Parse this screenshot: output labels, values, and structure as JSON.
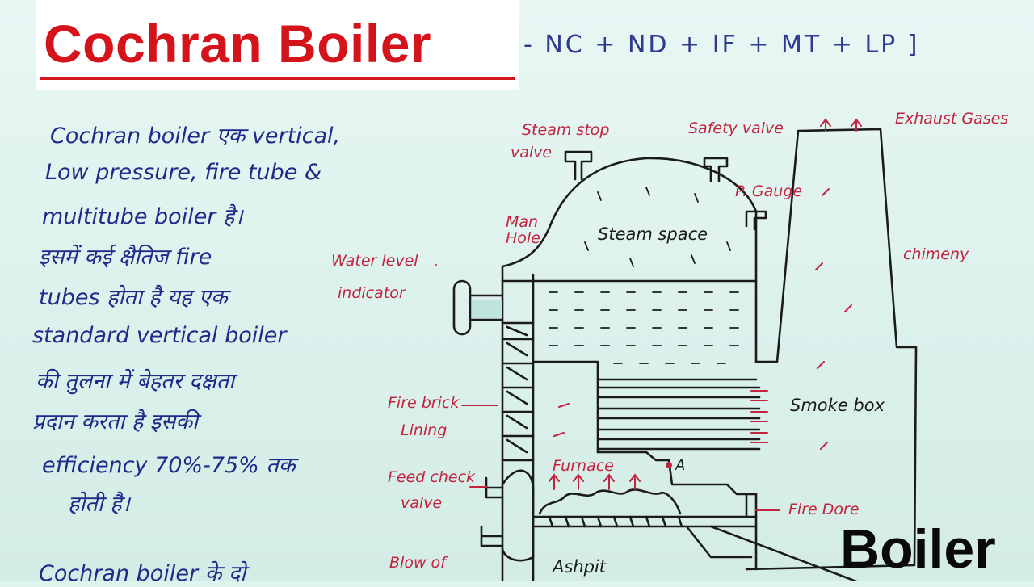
{
  "title": "Cochran Boiler",
  "formula": "- NC + ND + IF + MT + LP ]",
  "notes_lines": [
    "Cochran boiler एक vertical,",
    "Low pressure, fire tube &",
    "multitube boiler है।",
    "इसमें कई क्षैतिज fire",
    "tubes होता है यह एक",
    "standard vertical boiler",
    "की तुलना में बेहतर दक्षता",
    "प्रदान करता है इसकी",
    "efficiency 70%-75% तक",
    "होती है।",
    "Cochran boiler के दो"
  ],
  "diagram_labels": {
    "steam_stop_valve_1": "Steam stop",
    "steam_stop_valve_2": "valve",
    "safety_valve": "Safety valve",
    "exhaust_gases": "Exhaust Gases",
    "p_gauge": "P. Gauge",
    "man_hole_1": "Man",
    "man_hole_2": "Hole",
    "steam_space": "Steam space",
    "water_level_1": "Water level",
    "water_level_2": "indicator",
    "chimney": "chimeny",
    "fire_brick_1": "Fire brick",
    "fire_brick_2": "Lining",
    "smoke_box": "Smoke box",
    "feed_check_1": "Feed check",
    "feed_check_2": "valve",
    "furnace": "Furnace",
    "point_a": "A",
    "fire_door": "Fire Dore",
    "blow_off": "Blow of",
    "ashpit": "Ashpit"
  },
  "watermark": "Boiler",
  "colors": {
    "title": "#d4131b",
    "notes": "#1f2a8a",
    "labels": "#c2233f",
    "ink": "#1b1b1b",
    "paper": "#dff3ef"
  }
}
